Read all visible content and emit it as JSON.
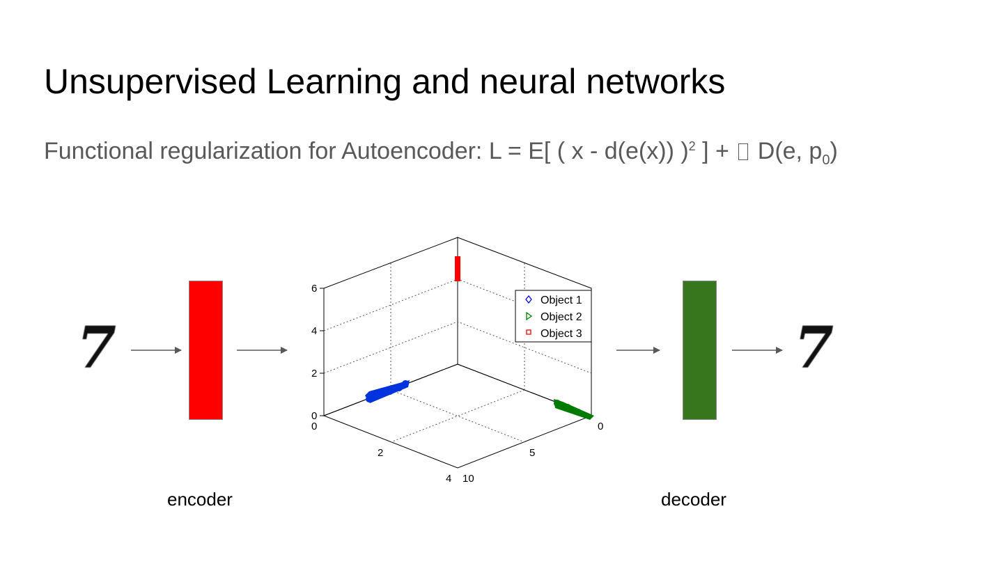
{
  "slide": {
    "title": "Unsupervised Learning and neural networks",
    "formula": {
      "prefix": "Functional regularization for Autoencoder: L = E[ ( x - d(e(x)) )",
      "exponent": "2",
      "middle": " ] + ",
      "suffix_start": " D(e, p",
      "subscript": "0",
      "suffix_end": ")"
    },
    "input_digit": "7",
    "output_digit": "7",
    "encoder_label": "encoder",
    "decoder_label": "decoder",
    "colors": {
      "encoder": "#ff0000",
      "decoder": "#38761d",
      "arrow": "#595959",
      "text_secondary": "#595959"
    }
  },
  "chart_data": {
    "type": "scatter3d",
    "z_ticks": [
      "0",
      "2",
      "4",
      "6"
    ],
    "x_ticks": [
      "0",
      "2",
      "4"
    ],
    "y_ticks": [
      "0",
      "5",
      "10"
    ],
    "legend": [
      {
        "name": "Object 1",
        "marker": "diamond",
        "color": "#0000ff"
      },
      {
        "name": "Object 2",
        "marker": "triangle-right",
        "color": "#008000"
      },
      {
        "name": "Object 3",
        "marker": "square",
        "color": "#ff0000"
      }
    ],
    "grid": true,
    "legend_position": "top-right"
  }
}
